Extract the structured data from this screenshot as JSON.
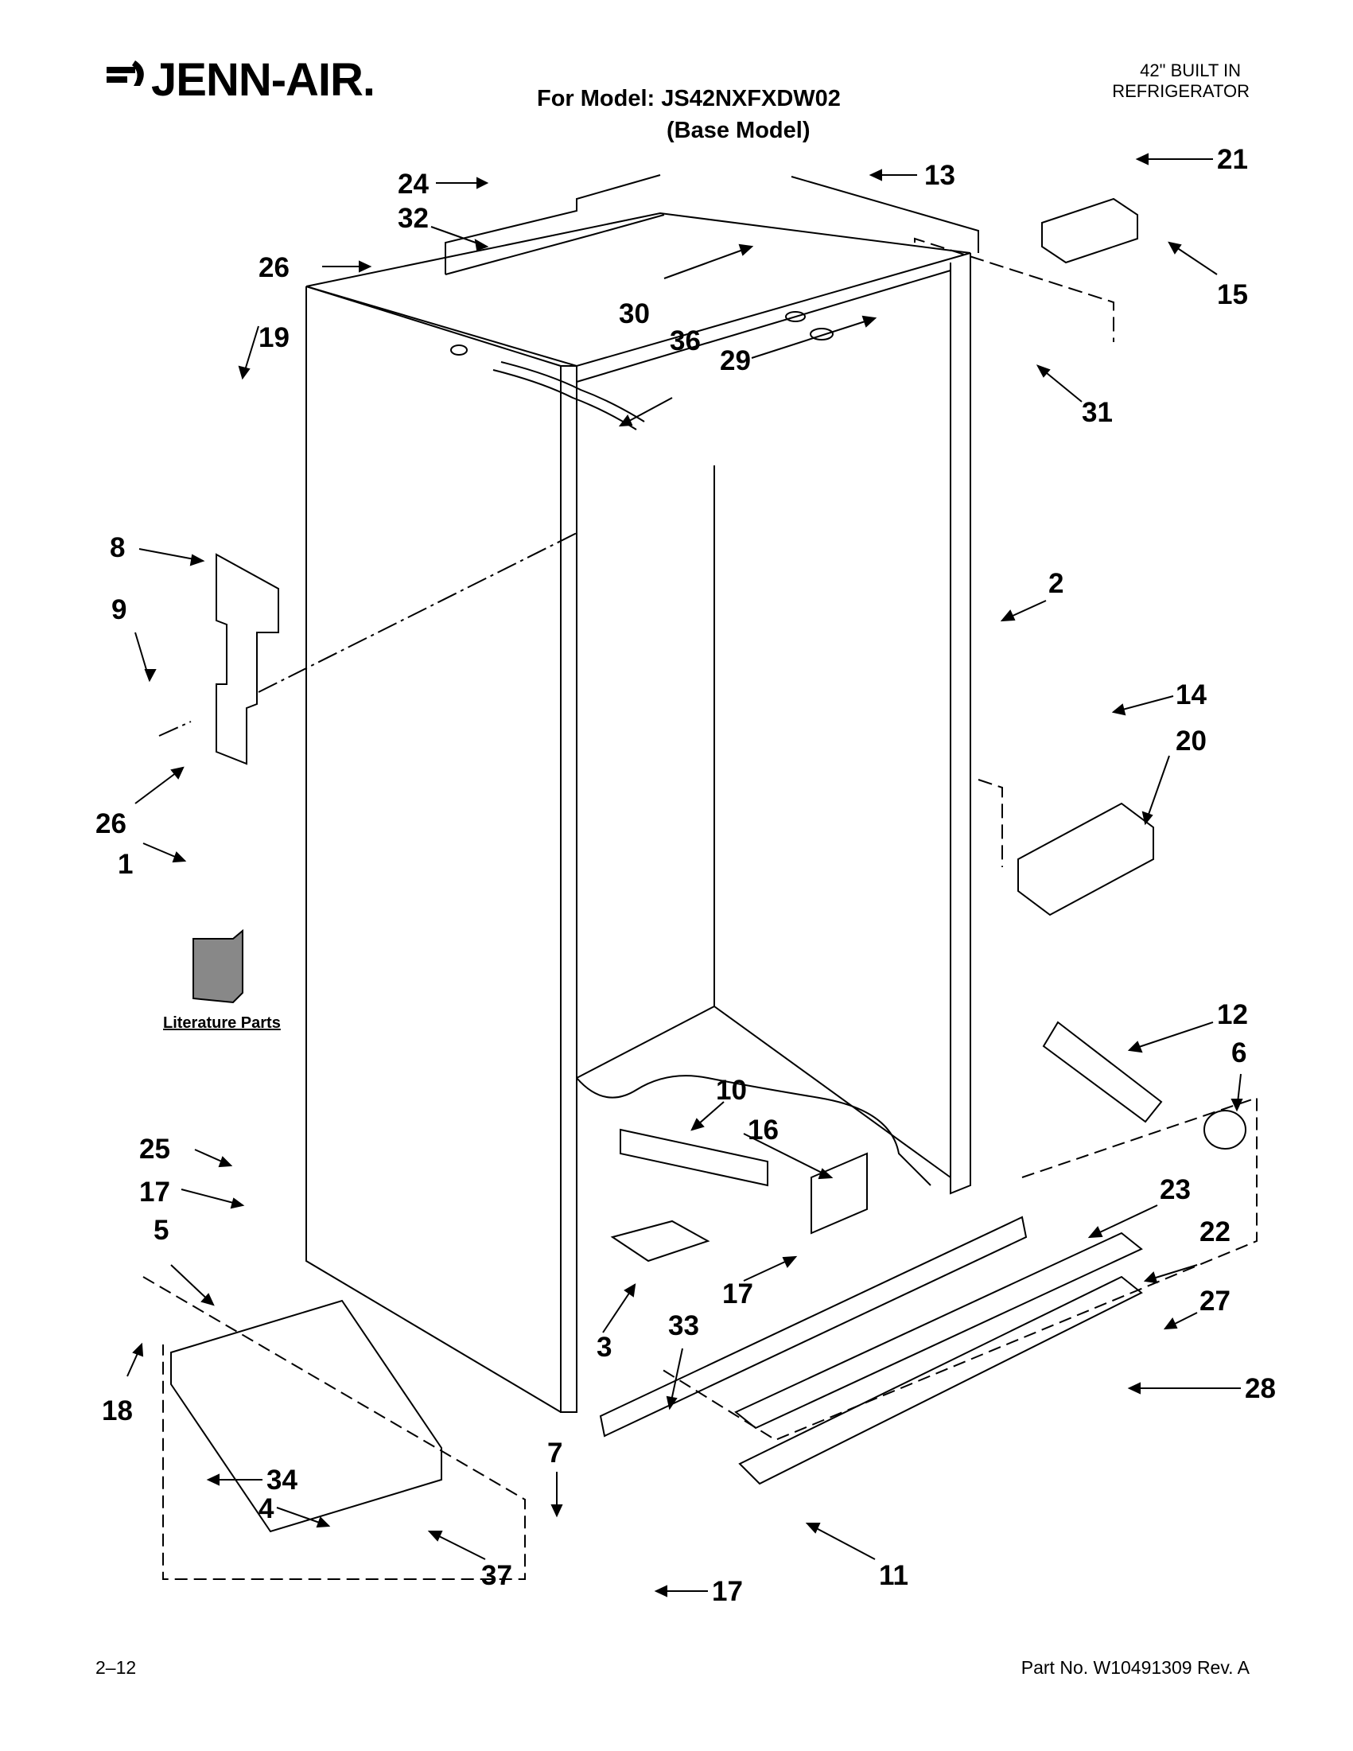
{
  "header": {
    "brand": "JENN-AIR.",
    "model_line": "For Model: JS42NXFXDW02",
    "base_model": "(Base Model)",
    "product_line1": "42\" BUILT IN",
    "product_line2": "REFRIGERATOR"
  },
  "footer": {
    "page": "2–12",
    "part_no": "Part No. W10491309 Rev. A"
  },
  "diagram": {
    "literature_label": "Literature Parts",
    "callouts": [
      "1",
      "2",
      "3",
      "4",
      "5",
      "6",
      "7",
      "8",
      "9",
      "10",
      "11",
      "12",
      "13",
      "14",
      "15",
      "16",
      "17",
      "18",
      "19",
      "20",
      "21",
      "22",
      "23",
      "24",
      "25",
      "26",
      "27",
      "28",
      "29",
      "30",
      "31",
      "32",
      "33",
      "34",
      "36",
      "37"
    ]
  }
}
